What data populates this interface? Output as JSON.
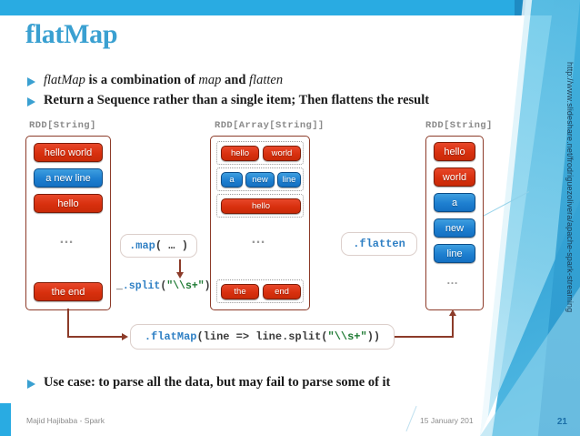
{
  "slide": {
    "title": "flatMap",
    "bullets": [
      "flatMap is a combination of map and flatten",
      "Return a Sequence rather than a single item; Then flattens the result",
      "Use case: to parse all the data, but may fail to parse some of it"
    ],
    "source_url": "http://www.slideshare.net/frodriguezolivera/apache-spark-streaming",
    "footer": {
      "author": "Majid Hajibaba - Spark",
      "date": "15 January 201",
      "page_number": "21"
    },
    "accent_color": "#3AA0D1",
    "band_color": "#29ABE2"
  },
  "diagram": {
    "columns": [
      {
        "label": "RDD[String]",
        "items": [
          {
            "text": "hello world",
            "color": "red"
          },
          {
            "text": "a new line",
            "color": "blue"
          },
          {
            "text": "hello",
            "color": "red"
          },
          {
            "text": "…",
            "color": "dots"
          },
          {
            "text": "the end",
            "color": "red"
          }
        ]
      },
      {
        "label": "RDD[Array[String]]",
        "groups": [
          {
            "items": [
              {
                "text": "hello",
                "color": "red"
              },
              {
                "text": "world",
                "color": "red"
              }
            ]
          },
          {
            "items": [
              {
                "text": "a",
                "color": "blue"
              },
              {
                "text": "new",
                "color": "blue"
              },
              {
                "text": "line",
                "color": "blue"
              }
            ]
          },
          {
            "items": [
              {
                "text": "hello",
                "color": "red"
              }
            ]
          },
          {
            "items": [
              {
                "text": "…",
                "color": "dots"
              }
            ]
          },
          {
            "items": [
              {
                "text": "the",
                "color": "red"
              },
              {
                "text": "end",
                "color": "red"
              }
            ]
          }
        ]
      },
      {
        "label": "RDD[String]",
        "items": [
          {
            "text": "hello",
            "color": "red"
          },
          {
            "text": "world",
            "color": "red"
          },
          {
            "text": "a",
            "color": "blue"
          },
          {
            "text": "new",
            "color": "blue"
          },
          {
            "text": "line",
            "color": "blue"
          },
          {
            "text": "…",
            "color": "dots"
          }
        ]
      }
    ],
    "ops": {
      "map_box": ".map( … )",
      "split_note": "_.split(\"\\\\s+\")",
      "flatten_box": ".flatten",
      "flatmap_box": ".flatMap(line => line.split(\"\\\\s+\"))"
    },
    "code_colors": {
      "keyword": "#2E7FC4",
      "string": "#1E7A33",
      "chip_red": "#D8300E",
      "chip_blue": "#1E7FD0",
      "border": "#8C3B29"
    }
  }
}
